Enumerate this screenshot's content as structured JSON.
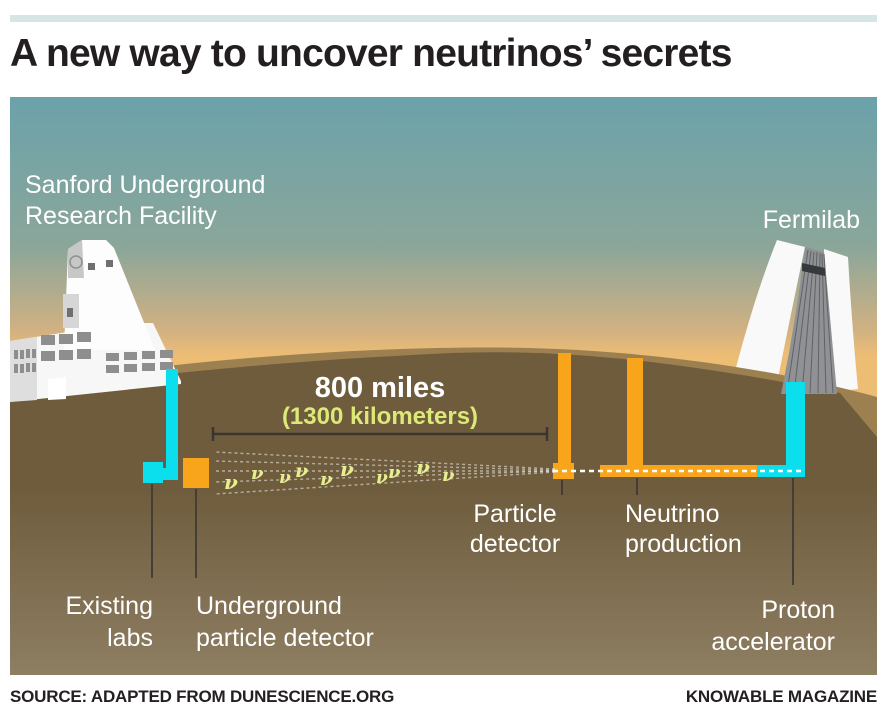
{
  "header": {
    "title": "A new way to uncover neutrinos’ secrets"
  },
  "footer": {
    "source": "SOURCE: ADAPTED FROM DUNESCIENCE.ORG",
    "credit": "KNOWABLE MAGAZINE"
  },
  "diagram": {
    "site_left": {
      "name_line1": "Sanford Underground",
      "name_line2": "Research Facility"
    },
    "site_right": {
      "name": "Fermilab"
    },
    "distance": {
      "primary": "800 miles",
      "secondary": "(1300 kilometers)"
    },
    "labels": {
      "existing_labs_line1": "Existing",
      "existing_labs_line2": "labs",
      "underground_detector_line1": "Underground",
      "underground_detector_line2": "particle detector",
      "particle_detector_line1": "Particle",
      "particle_detector_line2": "detector",
      "neutrino_production_line1": "Neutrino",
      "neutrino_production_line2": "production",
      "proton_accelerator_line1": "Proton",
      "proton_accelerator_line2": "accelerator"
    },
    "neutrino_symbol": "ν",
    "colors": {
      "accent_bar": "#d5e6e5",
      "sky_top": "#6ba2aa",
      "sky_horizon": "#eebd74",
      "earth_far": "#9d8050",
      "earth_near_top": "#6e5c3d",
      "earth_near_bottom": "#8e7e62",
      "shaft_cyan": "#0bdfee",
      "detector_orange": "#f9a51b",
      "neutrino_green": "#e7ee8e",
      "distance_green": "#dce878",
      "label_white": "#ffffff",
      "title_black": "#231f20"
    }
  }
}
